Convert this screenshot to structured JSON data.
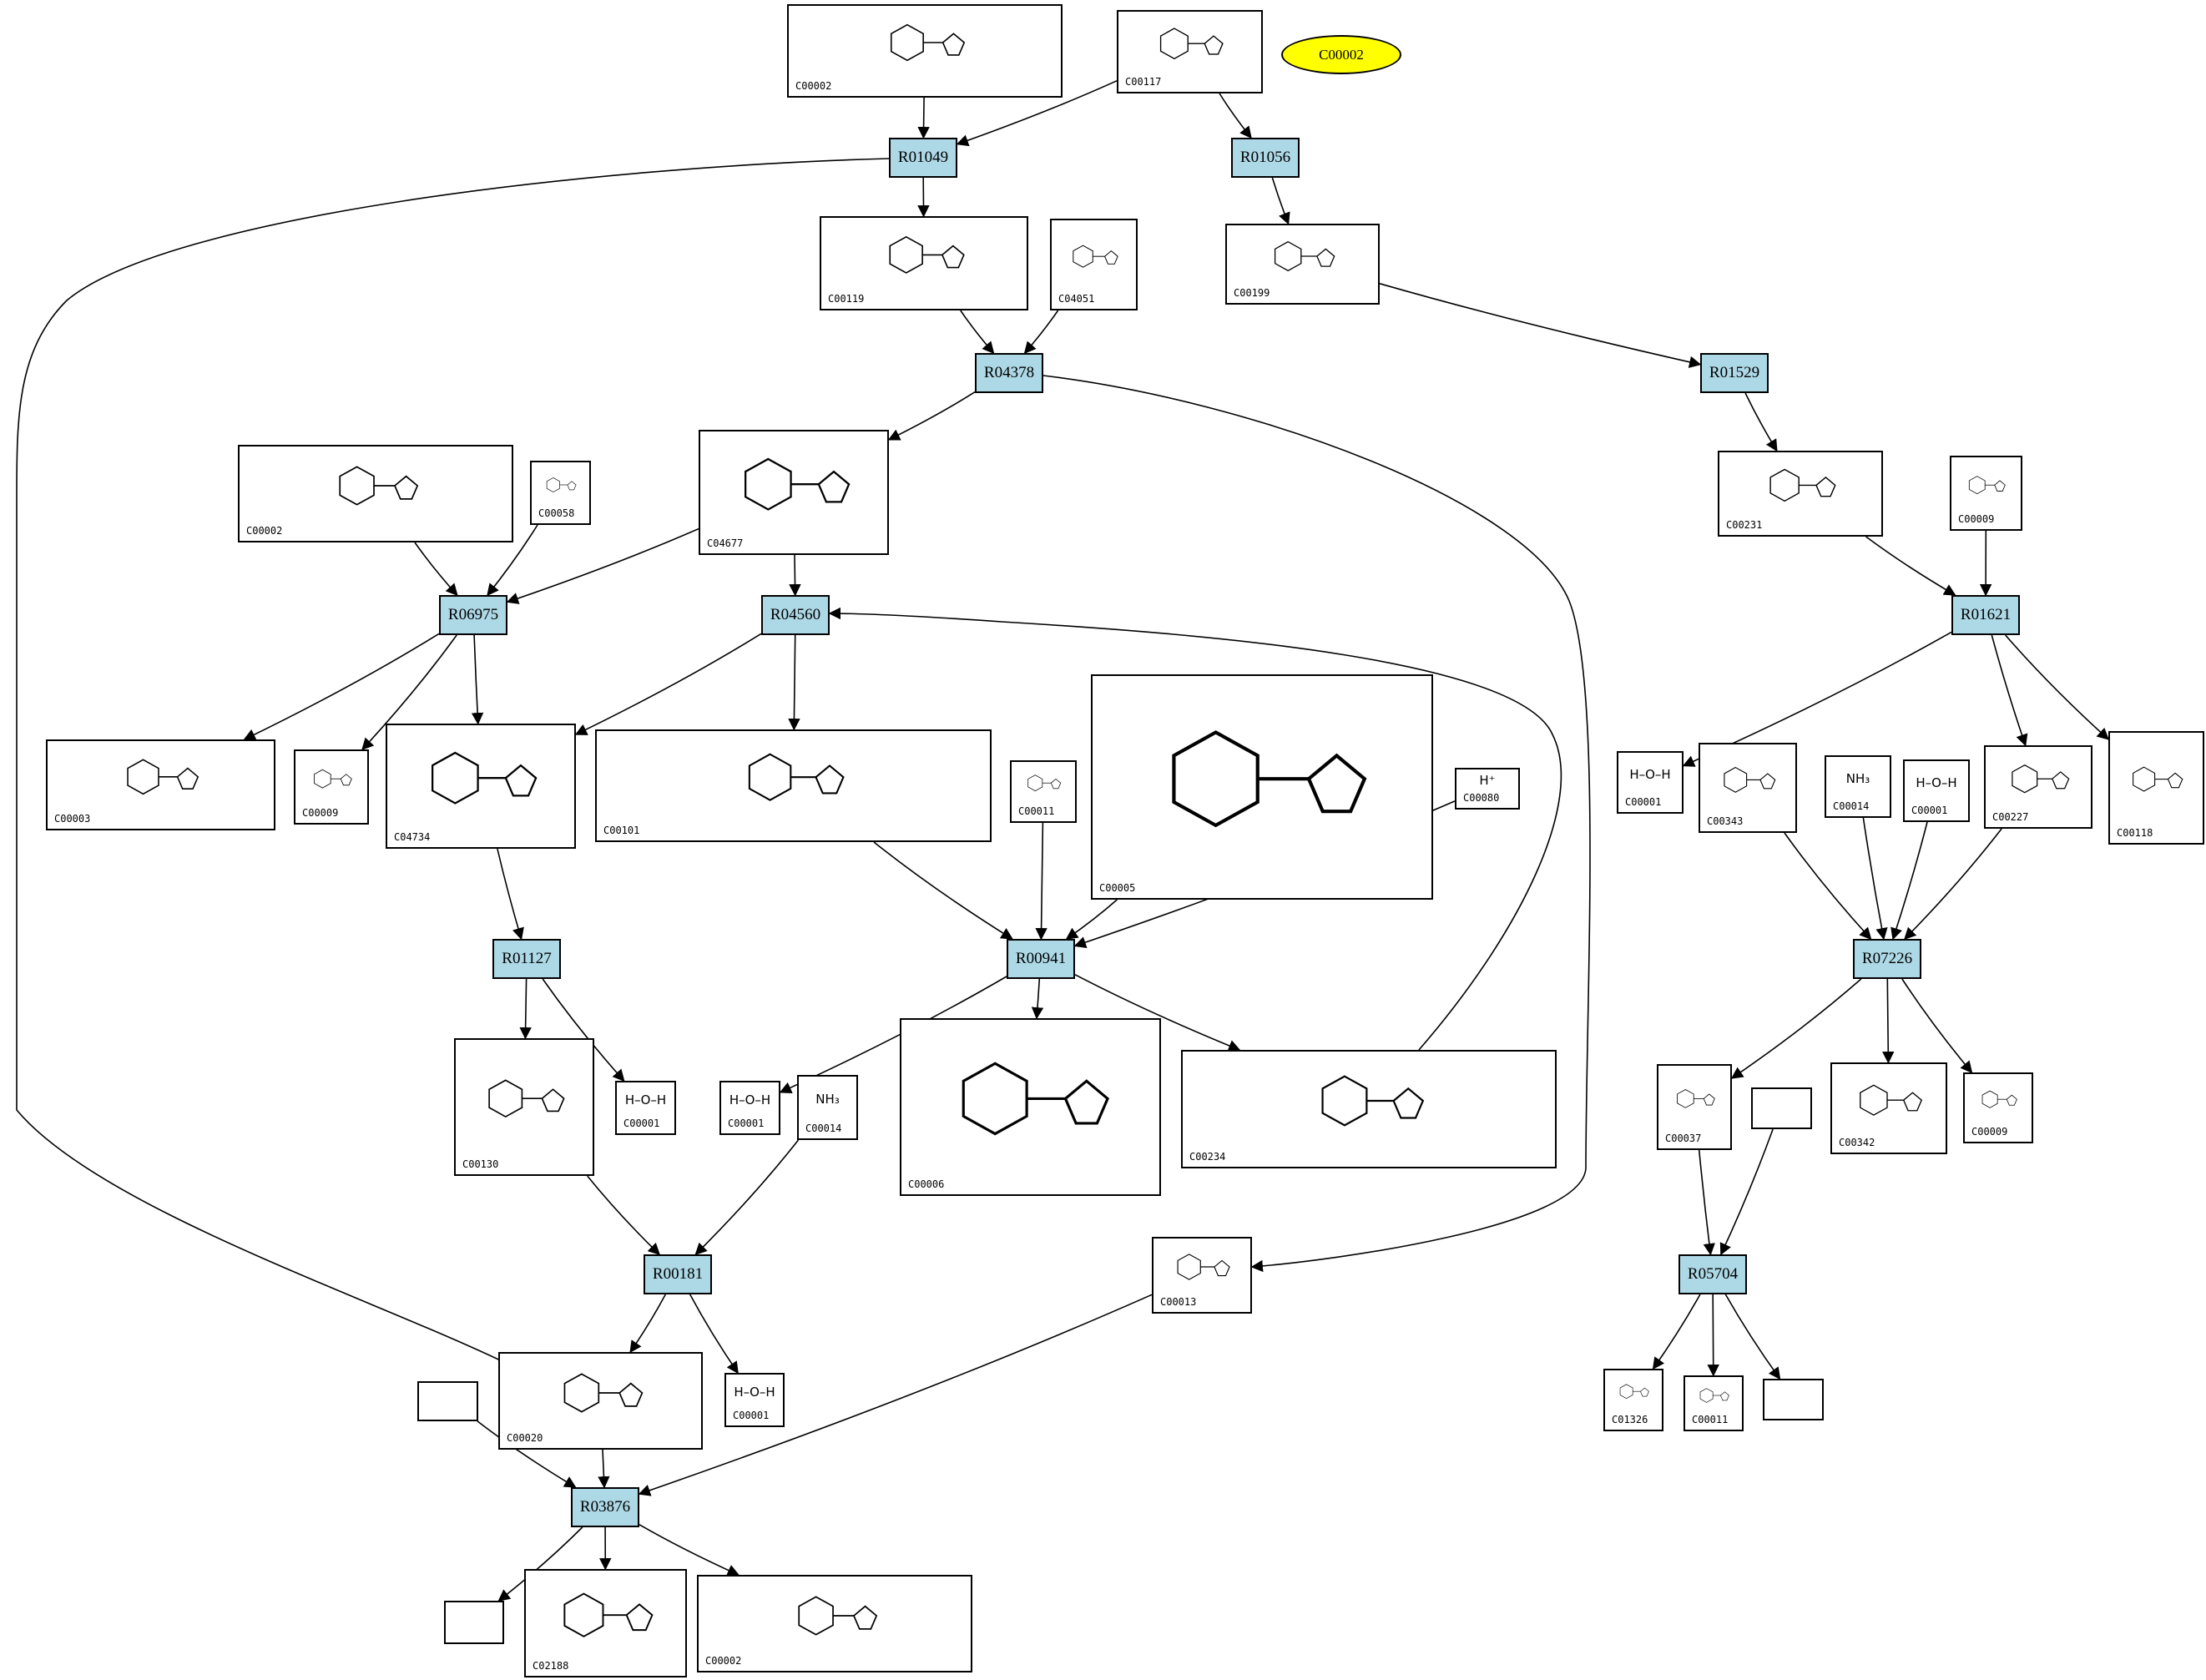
{
  "highlight": {
    "label": "C00002",
    "color": "#ffff00"
  },
  "colors": {
    "reaction_fill": "#add8e6",
    "compound_fill": "#ffffff",
    "edge": "#000000"
  },
  "reactions": [
    {
      "id": "R01049"
    },
    {
      "id": "R01056"
    },
    {
      "id": "R04378"
    },
    {
      "id": "R01529"
    },
    {
      "id": "R06975"
    },
    {
      "id": "R04560"
    },
    {
      "id": "R01621"
    },
    {
      "id": "R01127"
    },
    {
      "id": "R00941"
    },
    {
      "id": "R07226"
    },
    {
      "id": "R00181"
    },
    {
      "id": "R05704"
    },
    {
      "id": "R03876"
    }
  ],
  "compounds": [
    {
      "key": "c00002_top",
      "id": "C00002"
    },
    {
      "key": "c00117",
      "id": "C00117"
    },
    {
      "key": "c00119",
      "id": "C00119"
    },
    {
      "key": "c04051",
      "id": "C04051"
    },
    {
      "key": "c00199",
      "id": "C00199"
    },
    {
      "key": "c00002_left",
      "id": "C00002"
    },
    {
      "key": "c00058",
      "id": "C00058"
    },
    {
      "key": "c04677",
      "id": "C04677"
    },
    {
      "key": "c00231",
      "id": "C00231"
    },
    {
      "key": "c00009_a",
      "id": "C00009"
    },
    {
      "key": "c00003",
      "id": "C00003"
    },
    {
      "key": "c00009_b",
      "id": "C00009"
    },
    {
      "key": "c04734",
      "id": "C04734"
    },
    {
      "key": "c00101",
      "id": "C00101"
    },
    {
      "key": "c00011_a",
      "id": "C00011"
    },
    {
      "key": "c00005",
      "id": "C00005"
    },
    {
      "key": "c00080",
      "id": "C00080",
      "formula": "H⁺"
    },
    {
      "key": "c00001_a",
      "id": "C00001",
      "formula": "H–O–H"
    },
    {
      "key": "c00343",
      "id": "C00343"
    },
    {
      "key": "c00014_a",
      "id": "C00014",
      "formula": "NH₃"
    },
    {
      "key": "c00001_b",
      "id": "C00001",
      "formula": "H–O–H"
    },
    {
      "key": "c00227",
      "id": "C00227"
    },
    {
      "key": "c00118",
      "id": "C00118"
    },
    {
      "key": "c00130",
      "id": "C00130"
    },
    {
      "key": "c00001_c",
      "id": "C00001",
      "formula": "H–O–H"
    },
    {
      "key": "c00001_d",
      "id": "C00001",
      "formula": "H–O–H"
    },
    {
      "key": "c00014_b",
      "id": "C00014",
      "formula": "NH₃"
    },
    {
      "key": "c00006",
      "id": "C00006"
    },
    {
      "key": "c00234",
      "id": "C00234"
    },
    {
      "key": "c00037",
      "id": "C00037"
    },
    {
      "key": "c00342",
      "id": "C00342"
    },
    {
      "key": "c00009_c",
      "id": "C00009"
    },
    {
      "key": "blank_r05704_in",
      "id": ""
    },
    {
      "key": "c00013",
      "id": "C00013"
    },
    {
      "key": "c00020",
      "id": "C00020"
    },
    {
      "key": "c00001_e",
      "id": "C00001",
      "formula": "H–O–H"
    },
    {
      "key": "blank_r03876_in",
      "id": ""
    },
    {
      "key": "c01326",
      "id": "C01326"
    },
    {
      "key": "c00011_b",
      "id": "C00011"
    },
    {
      "key": "blank_r05704_out",
      "id": ""
    },
    {
      "key": "blank_r03876_out",
      "id": ""
    },
    {
      "key": "c02188",
      "id": "C02188"
    },
    {
      "key": "c00002_bottom",
      "id": "C00002"
    }
  ],
  "edges": [
    [
      "c00002_top",
      "R01049"
    ],
    [
      "c00117",
      "R01049"
    ],
    [
      "c00117",
      "R01056"
    ],
    [
      "R01049",
      "c00119"
    ],
    [
      "R01049",
      "c00020"
    ],
    [
      "R01056",
      "c00199"
    ],
    [
      "c00199",
      "R01529"
    ],
    [
      "c00119",
      "R04378"
    ],
    [
      "c04051",
      "R04378"
    ],
    [
      "R04378",
      "c04677"
    ],
    [
      "R04378",
      "c00013"
    ],
    [
      "R01529",
      "c00231"
    ],
    [
      "c00002_left",
      "R06975"
    ],
    [
      "c00058",
      "R06975"
    ],
    [
      "c04677",
      "R06975"
    ],
    [
      "c04677",
      "R04560"
    ],
    [
      "c00234",
      "R04560"
    ],
    [
      "c00231",
      "R01621"
    ],
    [
      "c00009_a",
      "R01621"
    ],
    [
      "R06975",
      "c00003"
    ],
    [
      "R06975",
      "c00009_b"
    ],
    [
      "R06975",
      "c04734"
    ],
    [
      "R04560",
      "c04734"
    ],
    [
      "R04560",
      "c00101"
    ],
    [
      "R01621",
      "c00001_a"
    ],
    [
      "R01621",
      "c00227"
    ],
    [
      "R01621",
      "c00118"
    ],
    [
      "c04734",
      "R01127"
    ],
    [
      "c00101",
      "R00941"
    ],
    [
      "c00011_a",
      "R00941"
    ],
    [
      "c00005",
      "R00941"
    ],
    [
      "c00080",
      "R00941"
    ],
    [
      "c00343",
      "R07226"
    ],
    [
      "c00014_a",
      "R07226"
    ],
    [
      "c00001_b",
      "R07226"
    ],
    [
      "c00227",
      "R07226"
    ],
    [
      "R01127",
      "c00130"
    ],
    [
      "R01127",
      "c00001_c"
    ],
    [
      "R00941",
      "c00001_d"
    ],
    [
      "R00941",
      "c00006"
    ],
    [
      "R00941",
      "c00234"
    ],
    [
      "R07226",
      "c00037"
    ],
    [
      "R07226",
      "c00342"
    ],
    [
      "R07226",
      "c00009_c"
    ],
    [
      "c00130",
      "R00181"
    ],
    [
      "c00014_b",
      "R00181"
    ],
    [
      "c00037",
      "R05704"
    ],
    [
      "blank_r05704_in",
      "R05704"
    ],
    [
      "R00181",
      "c00020"
    ],
    [
      "R00181",
      "c00001_e"
    ],
    [
      "c00020",
      "R03876"
    ],
    [
      "blank_r03876_in",
      "R03876"
    ],
    [
      "c00013",
      "R03876"
    ],
    [
      "R05704",
      "c01326"
    ],
    [
      "R05704",
      "c00011_b"
    ],
    [
      "R05704",
      "blank_r05704_out"
    ],
    [
      "R03876",
      "blank_r03876_out"
    ],
    [
      "R03876",
      "c02188"
    ],
    [
      "R03876",
      "c00002_bottom"
    ]
  ]
}
